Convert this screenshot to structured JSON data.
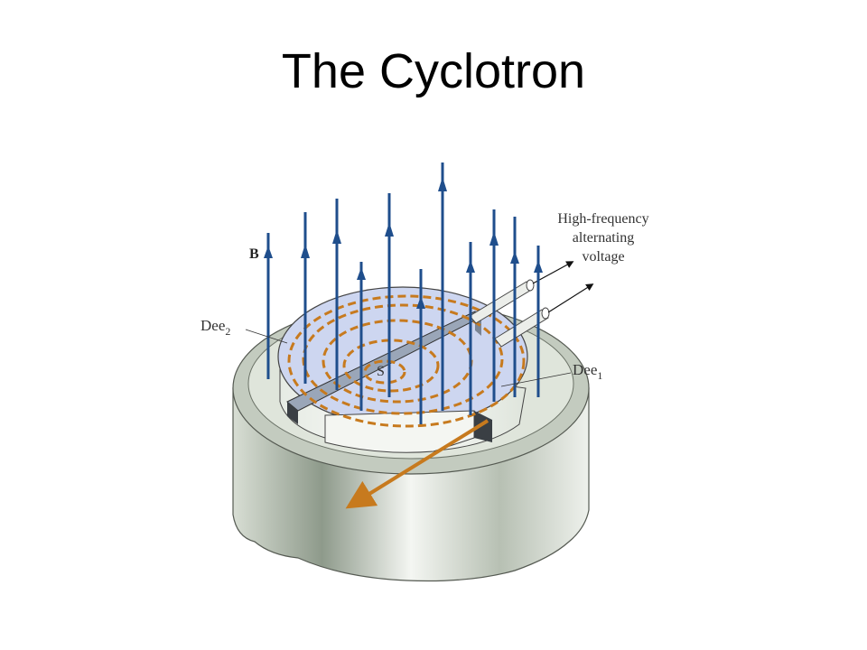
{
  "slide": {
    "title": "The Cyclotron"
  },
  "diagram": {
    "field_label": "B",
    "dee2": {
      "base": "Dee",
      "sub": "2"
    },
    "dee1": {
      "base": "Dee",
      "sub": "1"
    },
    "source_label": "S",
    "voltage_label": [
      "High-frequency",
      "alternating",
      "voltage"
    ]
  },
  "colors": {
    "field_lines": "#1f4e8c",
    "particle_path": "#c77a1e",
    "dee_fill": "#cdd6f0",
    "magnet_body": "#c9d2c6"
  }
}
